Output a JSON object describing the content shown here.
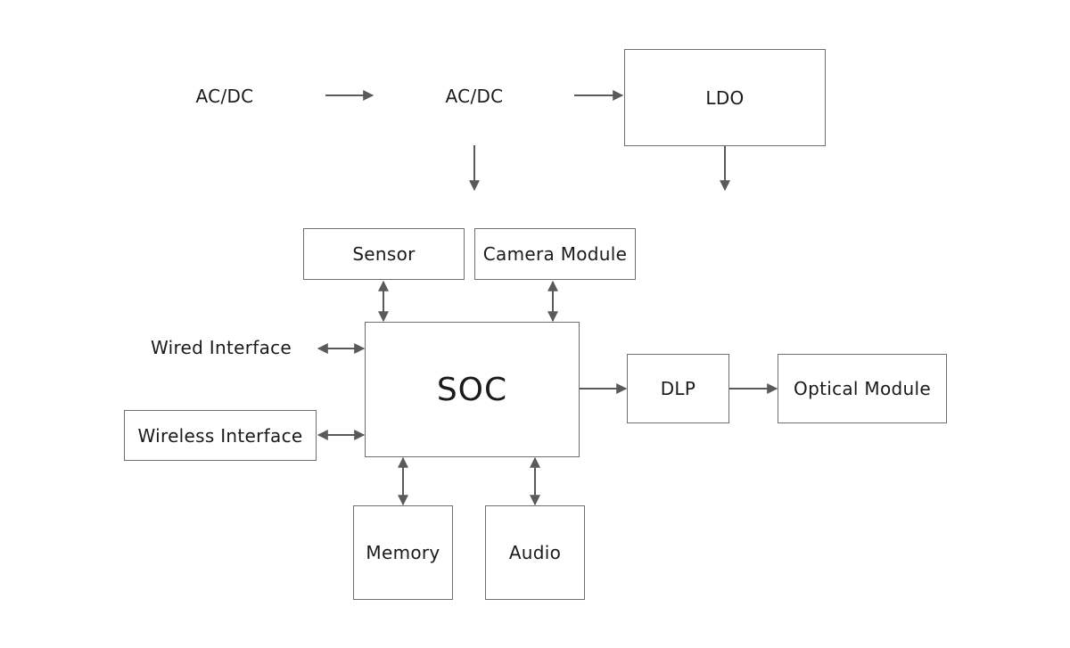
{
  "power": {
    "acdc_1": "AC/DC",
    "acdc_2": "AC/DC",
    "ldo": "LDO"
  },
  "blocks": {
    "sensor": "Sensor",
    "camera_module": "Camera Module",
    "soc": "SOC",
    "dlp": "DLP",
    "optical_module": "Optical Module",
    "memory": "Memory",
    "audio": "Audio"
  },
  "interfaces": {
    "wired": "Wired Interface",
    "wireless": "Wireless Interface"
  },
  "colors": {
    "line": "#5a5a5a",
    "border": "#6e6e6e",
    "text": "#1a1a1a"
  }
}
